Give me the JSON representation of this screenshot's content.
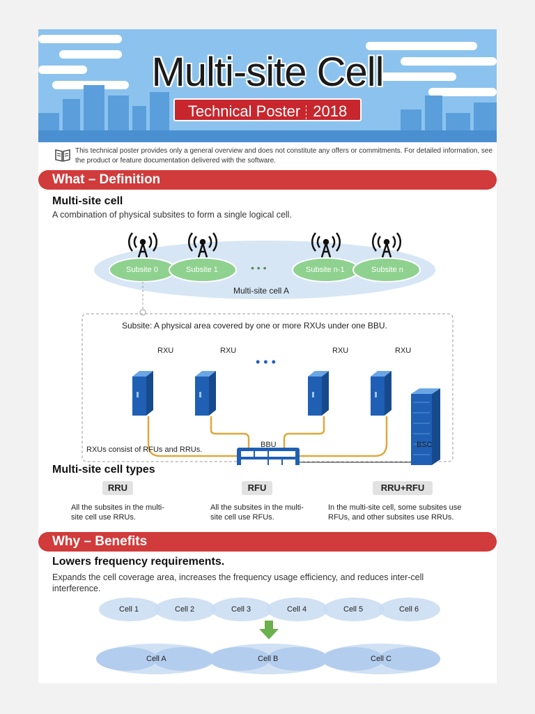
{
  "banner": {
    "title": "Multi-site Cell",
    "subtitle_left": "Technical Poster",
    "subtitle_right": "2018"
  },
  "disclaimer": {
    "icon": "book-icon",
    "text": "This technical poster provides only a general overview and does not constitute any offers or commitments. For detailed information, see the product or feature documentation delivered with the software."
  },
  "what": {
    "section_title": "What – Definition",
    "heading": "Multi-site cell",
    "description": "A combination of physical subsites to form a single logical cell.",
    "subsites": [
      "Subsite 0",
      "Subsite 1",
      "Subsite n-1",
      "Subsite n"
    ],
    "ellipsis": "• • •",
    "cell_label": "Multi-site cell A",
    "subsite_note": "Subsite: A physical area covered by one or more RXUs under one BBU.",
    "rxu_labels": [
      "RXU",
      "RXU",
      "RXU",
      "RXU"
    ],
    "bbu_label": "BBU",
    "bsc_label": "BSC",
    "rxu_note": "RXUs consist of RFUs and RRUs."
  },
  "types": {
    "heading": "Multi-site cell types",
    "items": [
      {
        "name": "RRU",
        "desc": "All the subsites in the multi-site cell use RRUs."
      },
      {
        "name": "RFU",
        "desc": "All the subsites in the multi-site cell use RFUs."
      },
      {
        "name": "RRU+RFU",
        "desc": "In the multi-site cell, some subsites use RFUs, and other subsites use RRUs."
      }
    ]
  },
  "why": {
    "section_title": "Why – Benefits",
    "heading": "Lowers frequency requirements.",
    "description": "Expands the cell coverage area, increases the frequency usage efficiency, and reduces inter-cell interference.",
    "cells_top": [
      "Cell 1",
      "Cell 2",
      "Cell 3",
      "Cell 4",
      "Cell 5",
      "Cell 6"
    ],
    "cells_bottom": [
      "Cell A",
      "Cell B",
      "Cell C"
    ]
  },
  "colors": {
    "accent_red": "#d13b3b",
    "sky_blue": "#8cc3ee",
    "subsite_green": "#8fd18f",
    "device_blue": "#1f5fb4",
    "cable_gold": "#e0a83a"
  }
}
